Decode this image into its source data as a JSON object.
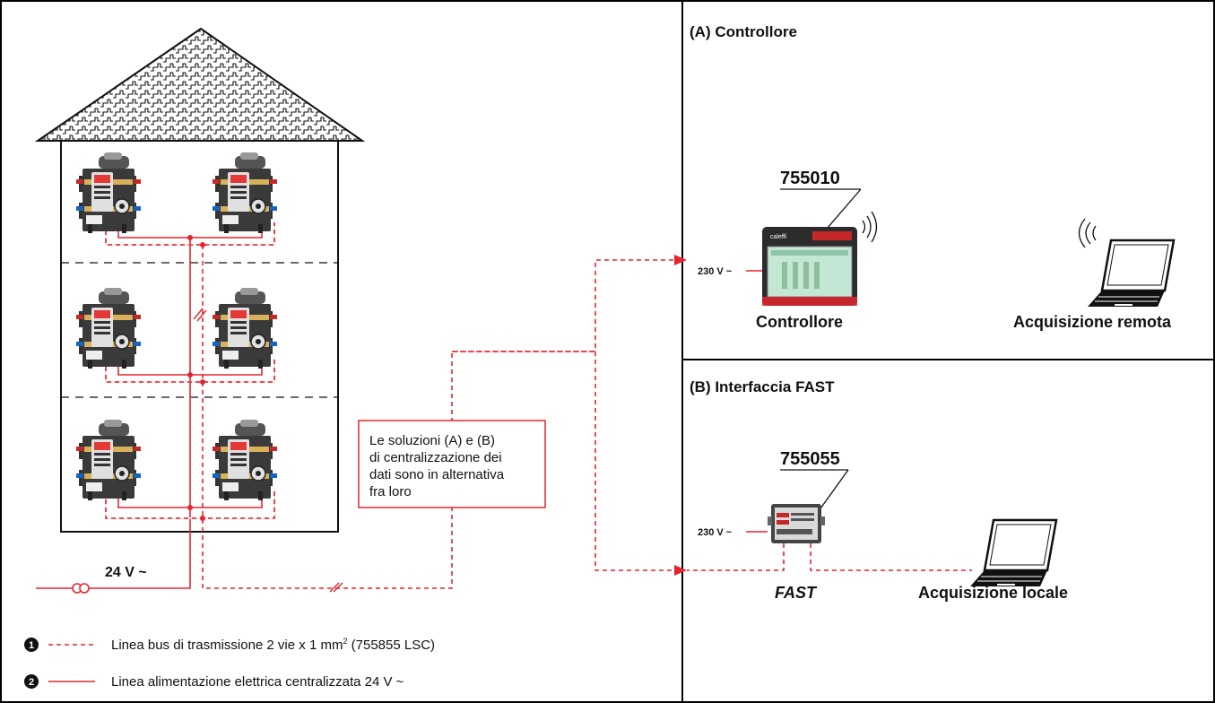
{
  "panel_a": {
    "title": "(A)  Controllore",
    "code": "755010",
    "voltage": "230 V ~",
    "device_label": "Controllore",
    "remote_label": "Acquisizione remota",
    "screen_brand": "caleffi"
  },
  "panel_b": {
    "title": "(B)  Interfaccia FAST",
    "code": "755055",
    "voltage": "230 V ~",
    "device_label": "FAST",
    "local_label": "Acquisizione locale"
  },
  "building": {
    "supply_label": "24 V ~"
  },
  "note": {
    "lines": [
      "Le soluzioni (A) e (B)",
      "di centralizzazione dei",
      "dati sono in alternativa",
      "fra loro"
    ]
  },
  "legend": {
    "items": [
      {
        "marker": "1",
        "pre": "Linea bus di trasmissione 2 vie x 1 mm",
        "sup": "2",
        "post": " (755855 LSC)"
      },
      {
        "marker": "2",
        "pre": "Linea alimentazione elettrica centralizzata 24 V ~",
        "sup": "",
        "post": ""
      }
    ]
  },
  "colors": {
    "line_red": "#e3262e",
    "frame": "#000000",
    "device_dark": "#2a2a2a",
    "screen_green": "#bfe3d0",
    "brass": "#c9a24a"
  }
}
